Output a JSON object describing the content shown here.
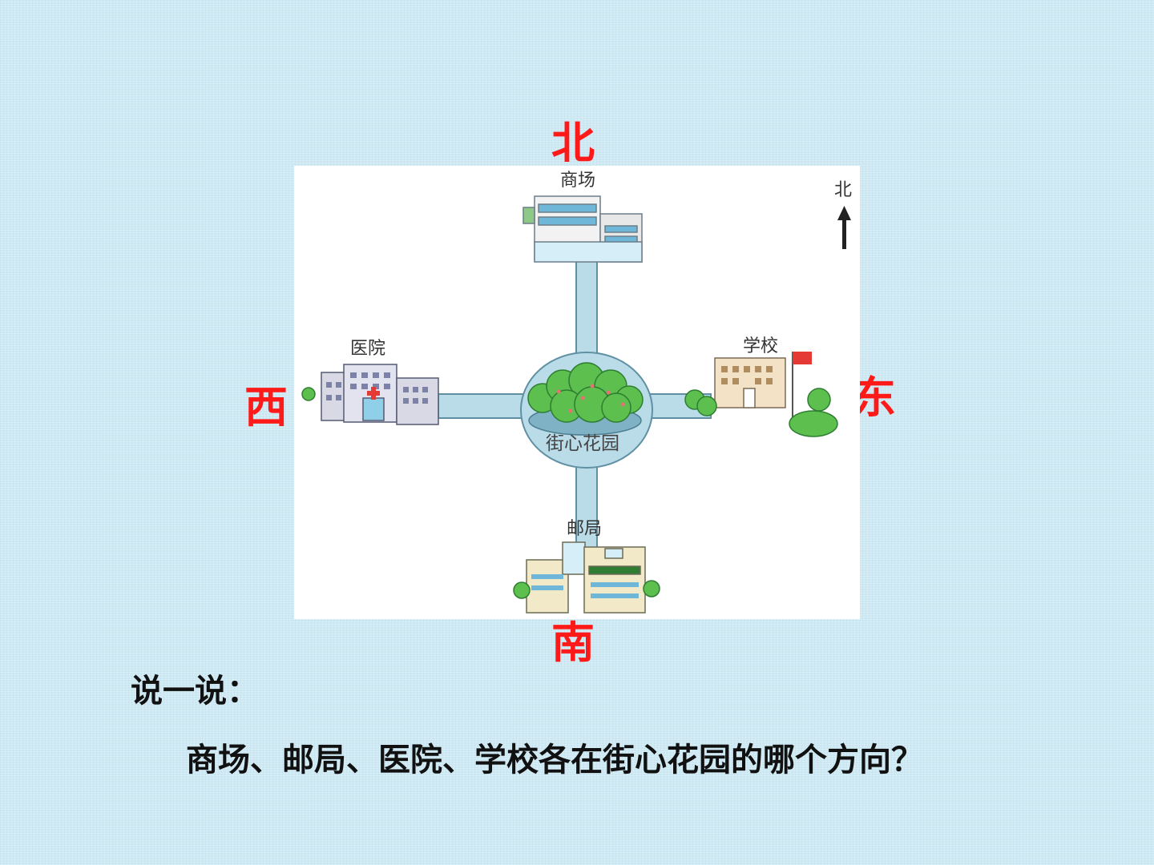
{
  "directions": {
    "north": "北",
    "south": "南",
    "west": "西",
    "east": "东"
  },
  "map": {
    "compass_label": "北",
    "mall_label": "商场",
    "hospital_label": "医院",
    "school_label": "学校",
    "post_office_label": "邮局",
    "garden_label": "街心花园"
  },
  "question": {
    "title": "说一说：",
    "body": "商场、邮局、医院、学校各在街心花园的哪个方向？"
  },
  "colors": {
    "direction_text": "#ff1a1a",
    "road": "#b9dce8",
    "road_edge": "#5f8fa3",
    "tree_green": "#4caf50"
  }
}
